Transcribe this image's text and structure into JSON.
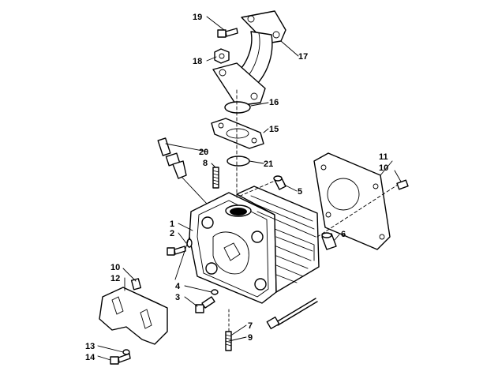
{
  "callouts": {
    "c1": "1",
    "c2": "2",
    "c3": "3",
    "c4": "4",
    "c5": "5",
    "c6": "6",
    "c7": "7",
    "c8": "8",
    "c9": "9",
    "c10a": "10",
    "c10b": "10",
    "c11": "11",
    "c12": "12",
    "c13": "13",
    "c14": "14",
    "c15": "15",
    "c16": "16",
    "c17": "17",
    "c18": "18",
    "c19": "19",
    "c20": "20",
    "c21": "21"
  },
  "colors": {
    "line": "#000000",
    "background": "#ffffff"
  }
}
